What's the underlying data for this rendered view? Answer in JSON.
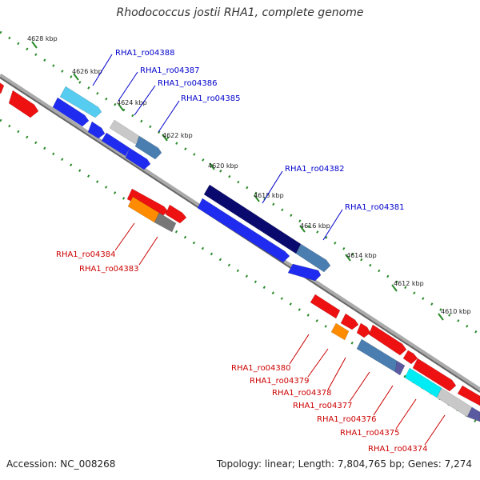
{
  "title": "Rhodococcus jostii RHA1, complete genome",
  "footer": {
    "accession": "Accession: NC_008268",
    "summary": "Topology: linear; Length: 7,804,765 bp; Genes: 7,274"
  },
  "scale": {
    "ticks": [
      "4628 kbp",
      "4626 kbp",
      "4624 kbp",
      "4622 kbp",
      "4620 kbp",
      "4618 kbp",
      "4616 kbp",
      "4614 kbp",
      "4612 kbp",
      "4610 kbp"
    ]
  },
  "colors": {
    "forward_label": "#0000cc",
    "reverse_label": "#cc0000",
    "backbone": "#888888",
    "scale_dots": "#2a8a2a",
    "blue": "#1f2cf0",
    "light_blue": "#55ccf0",
    "navy": "#0a0a6e",
    "steel_blue": "#4a7eb0",
    "light_gray": "#c8c8c8",
    "dark_gray": "#777777",
    "red": "#ee1111",
    "orange": "#ff8c00",
    "cyan": "#00ecf4",
    "slate": "#5a5aa0"
  },
  "forward_labels": [
    "RHA1_ro04388",
    "RHA1_ro04387",
    "RHA1_ro04386",
    "RHA1_ro04385",
    "RHA1_ro04382",
    "RHA1_ro04381"
  ],
  "reverse_labels": [
    "RHA1_ro04384",
    "RHA1_ro04383",
    "RHA1_ro04380",
    "RHA1_ro04379",
    "RHA1_ro04378",
    "RHA1_ro04377",
    "RHA1_ro04376",
    "RHA1_ro04375",
    "RHA1_ro04374"
  ]
}
